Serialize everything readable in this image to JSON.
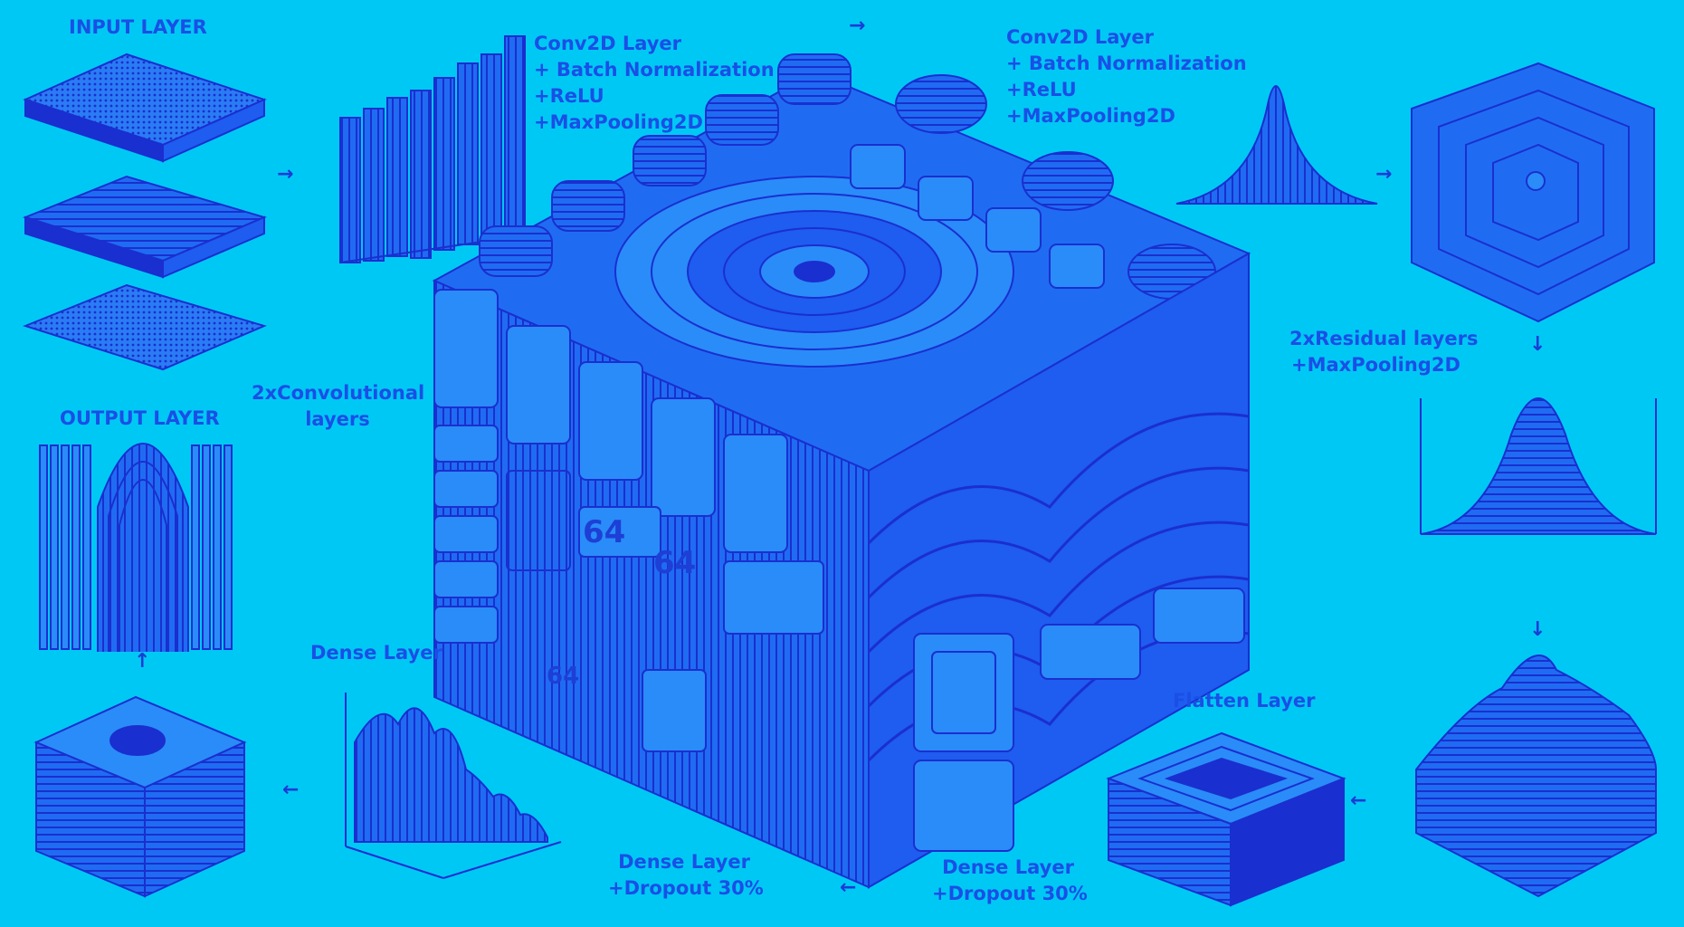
{
  "labels": {
    "input_layer": "INPUT LAYER",
    "output_layer": "OUTPUT LAYER",
    "conv_block_1": [
      "Conv2D Layer",
      "+ Batch Normalization",
      "+ReLU",
      "+MaxPooling2D"
    ],
    "conv_block_2": [
      "Conv2D Layer",
      "+ Batch Normalization",
      "+ReLU",
      "+MaxPooling2D"
    ],
    "conv_layers": [
      "2xConvolutional",
      "layers"
    ],
    "residual": [
      "2xResidual layers",
      "+MaxPooling2D"
    ],
    "dense_layer": "Dense Layer",
    "dense_dropout_1": [
      "Dense Layer",
      "+Dropout 30%"
    ],
    "dense_dropout_2": [
      "Dense Layer",
      "+Dropout 30%"
    ],
    "flatten_layer": "Flatten Layer"
  },
  "block_numbers": [
    "64",
    "64",
    "64"
  ],
  "arrows": {
    "right": "→",
    "down": "↓",
    "left": "←",
    "up": "↑"
  },
  "colors": {
    "background": "#00c8f5",
    "ink": "#1a4fe6",
    "fill_dark": "#1a2fd0",
    "fill_mid": "#1f5cf0",
    "fill_light": "#2a8cf8"
  }
}
